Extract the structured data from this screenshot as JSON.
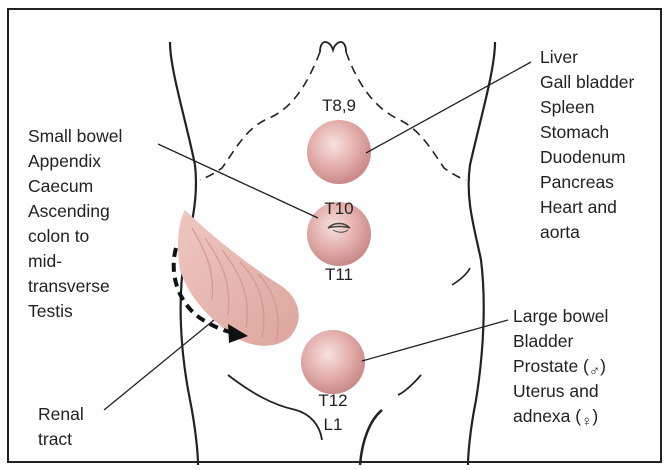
{
  "labels": {
    "left_upper": [
      "Small bowel",
      "Appendix",
      "Caecum",
      "Ascending",
      "colon to",
      "mid-",
      "transverse",
      "Testis"
    ],
    "right_upper": [
      "Liver",
      "Gall bladder",
      "Spleen",
      "Stomach",
      "Duodenum",
      "Pancreas",
      "Heart and",
      "aorta"
    ],
    "right_lower_plain": [
      "Large bowel",
      "Bladder"
    ],
    "right_lower_sex": [
      {
        "text": "Prostate (",
        "symbol": "♂",
        "close": ")"
      },
      {
        "text": "Uterus and",
        "symbol": "",
        "close": ""
      },
      {
        "text": "adnexa (",
        "symbol": "♀",
        "close": ")"
      }
    ],
    "left_lower": [
      "Renal",
      "tract"
    ]
  },
  "dermatomes": {
    "upper": "T8,9",
    "mid_top": "T10",
    "mid_bottom": "T11",
    "lower_1": "T12",
    "lower_2": "L1"
  },
  "colors": {
    "outline": "#222222",
    "pain_circle_light": "#f3d7d5",
    "pain_circle_dark": "#c98a88",
    "flank_band": "#e7b7b0"
  }
}
